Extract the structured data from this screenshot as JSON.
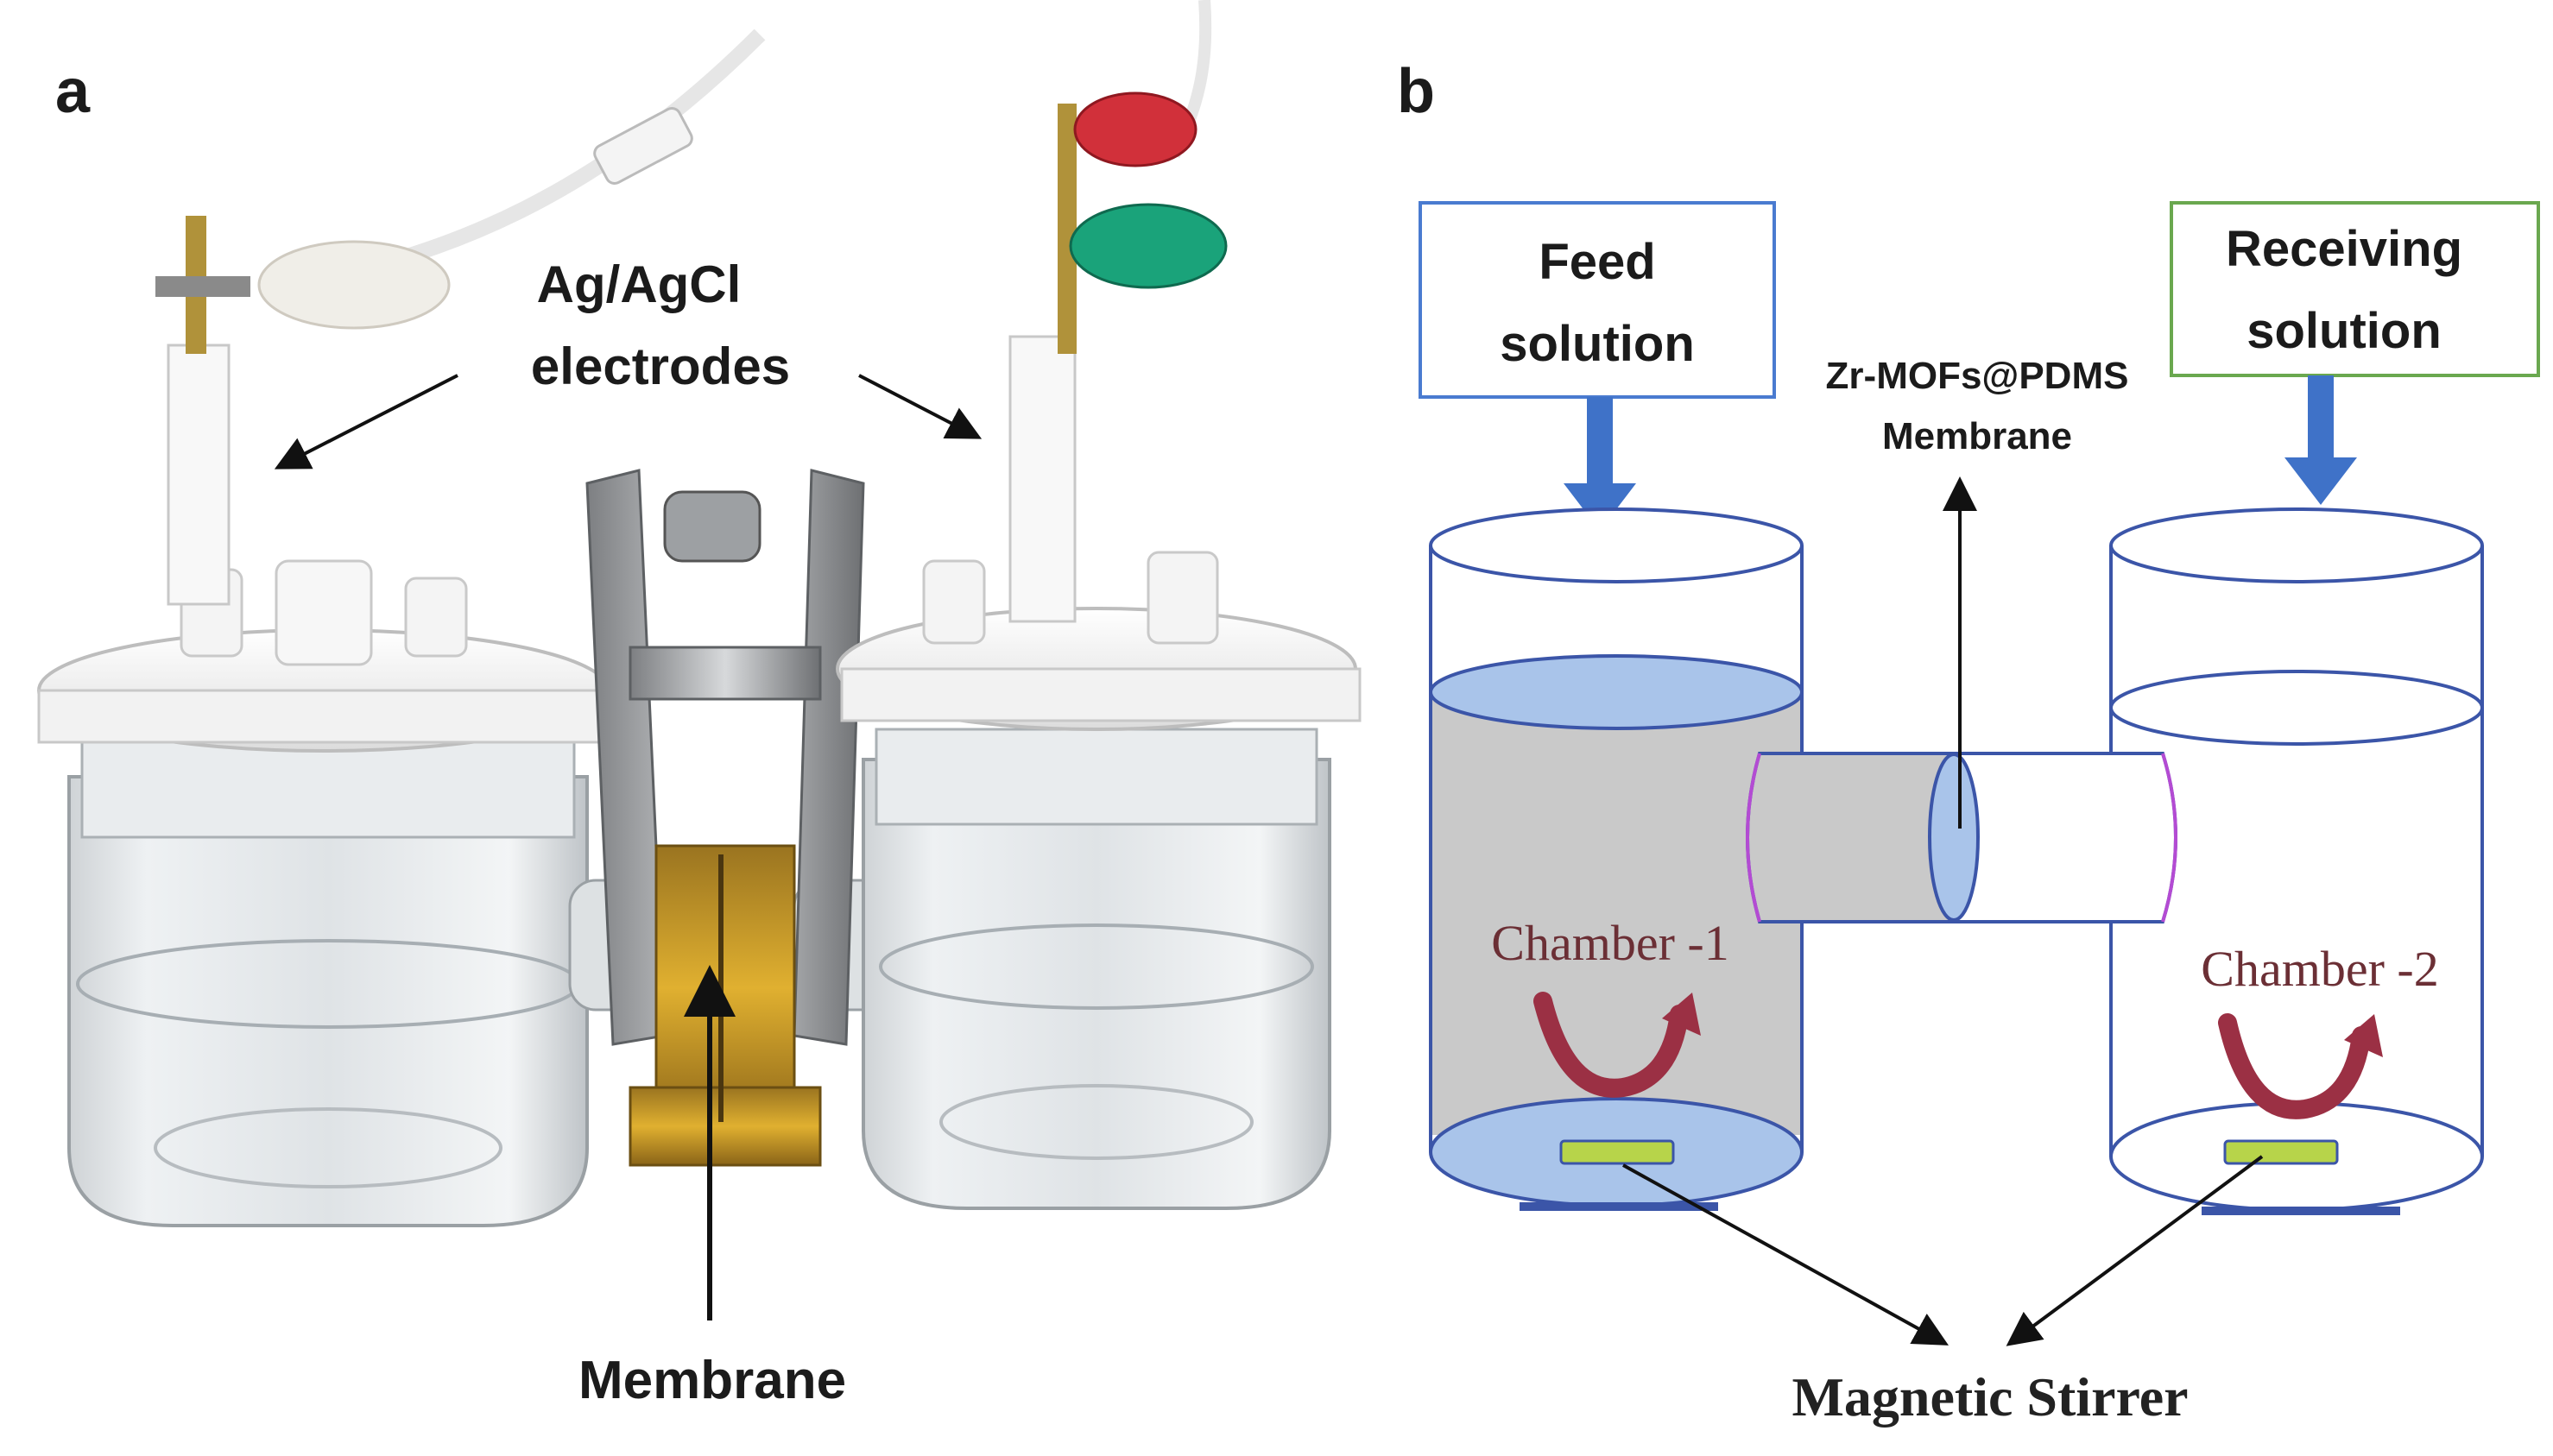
{
  "panel_a": {
    "letter": "a",
    "electrodes_label_line1": "Ag/AgCl",
    "electrodes_label_line2": "electrodes",
    "membrane_label": "Membrane"
  },
  "panel_b": {
    "letter": "b",
    "feed_line1": "Feed",
    "feed_line2": "solution",
    "receiving_line1": "Receiving",
    "receiving_line2": "solution",
    "membrane_line1": "Zr-MOFs@PDMS",
    "membrane_line2": "Membrane",
    "chamber1": "Chamber -1",
    "chamber2": "Chamber -2",
    "stirrer": "Magnetic Stirrer"
  },
  "colors": {
    "outline_blue": "#3b55a8",
    "arrow_blue": "#3f72c8",
    "feed_box_border": "#4a7bd0",
    "receiving_box_border": "#6aa84f",
    "gray_fill": "#c9c9c9",
    "light_blue_fill": "#a9c4ea",
    "magenta_outline": "#b44bd3",
    "stir_arrow": "#9b3044",
    "stir_bar": "#b7d44a"
  }
}
